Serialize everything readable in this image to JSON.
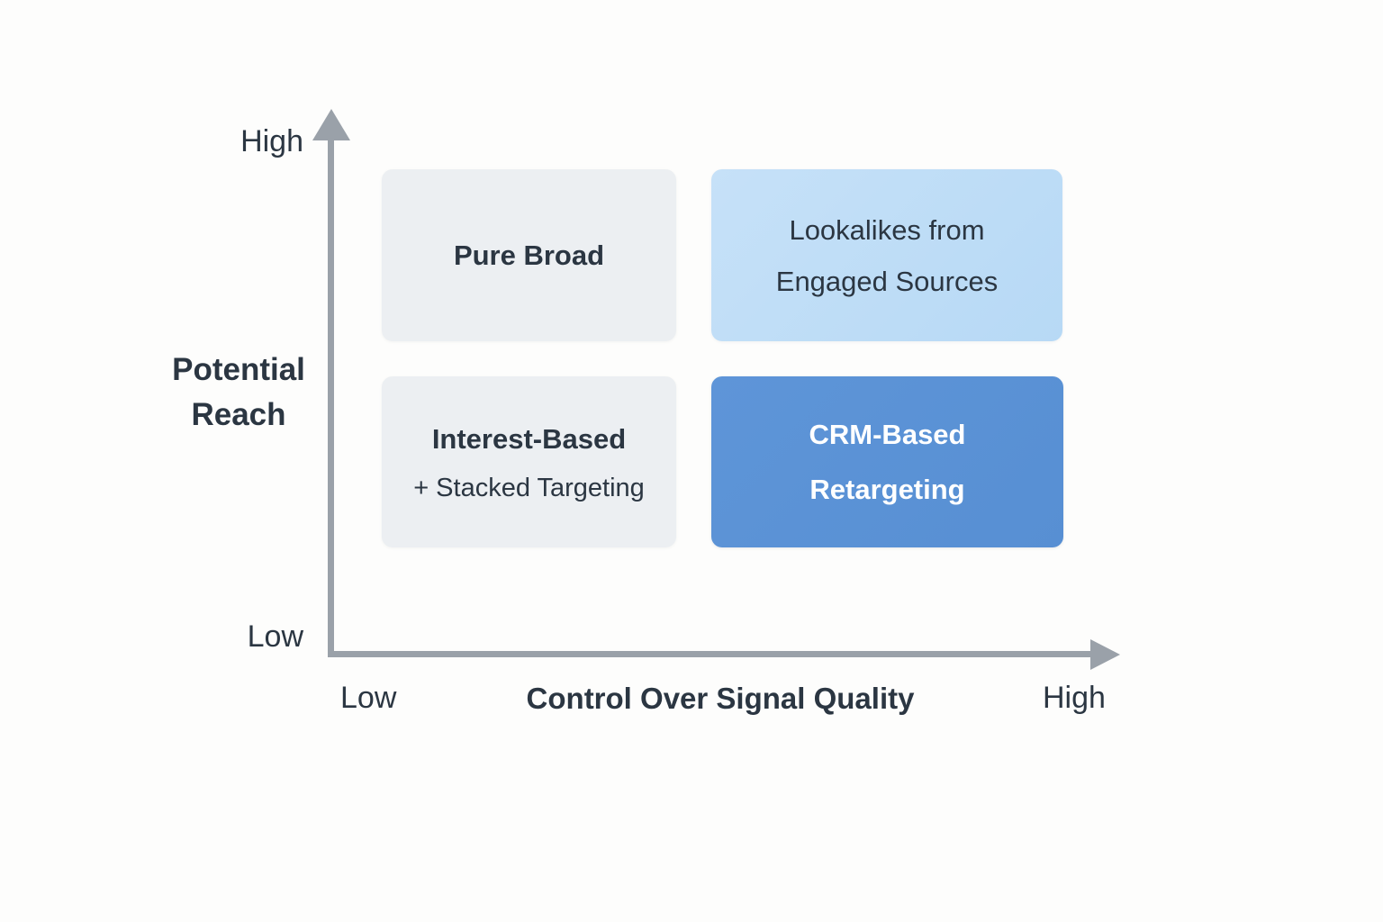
{
  "axes": {
    "y": {
      "title": "Potential Reach",
      "title_line1": "Potential",
      "title_line2": "Reach",
      "high": "High",
      "low": "Low"
    },
    "x": {
      "title": "Control Over Signal Quality",
      "low": "Low",
      "high": "High"
    }
  },
  "quadrants": {
    "pure_broad": {
      "line1": "Pure Broad"
    },
    "lookalikes": {
      "line1": "Lookalikes from",
      "line2": "Engaged Sources"
    },
    "interest_based": {
      "line1": "Interest-Based",
      "line2": "+ Stacked Targeting"
    },
    "crm_retargeting": {
      "line1": "CRM-Based",
      "line2": "Retargeting"
    }
  },
  "colors": {
    "background": "#FDFDFC",
    "quadrant_neutral": "#ECEFF2",
    "quadrant_light_blue": "#BCDCF6",
    "quadrant_accent_blue": "#5A91D6",
    "axis": "#9AA1A9",
    "text_dark": "#2B3642",
    "text_on_accent": "#FFFFFF"
  }
}
